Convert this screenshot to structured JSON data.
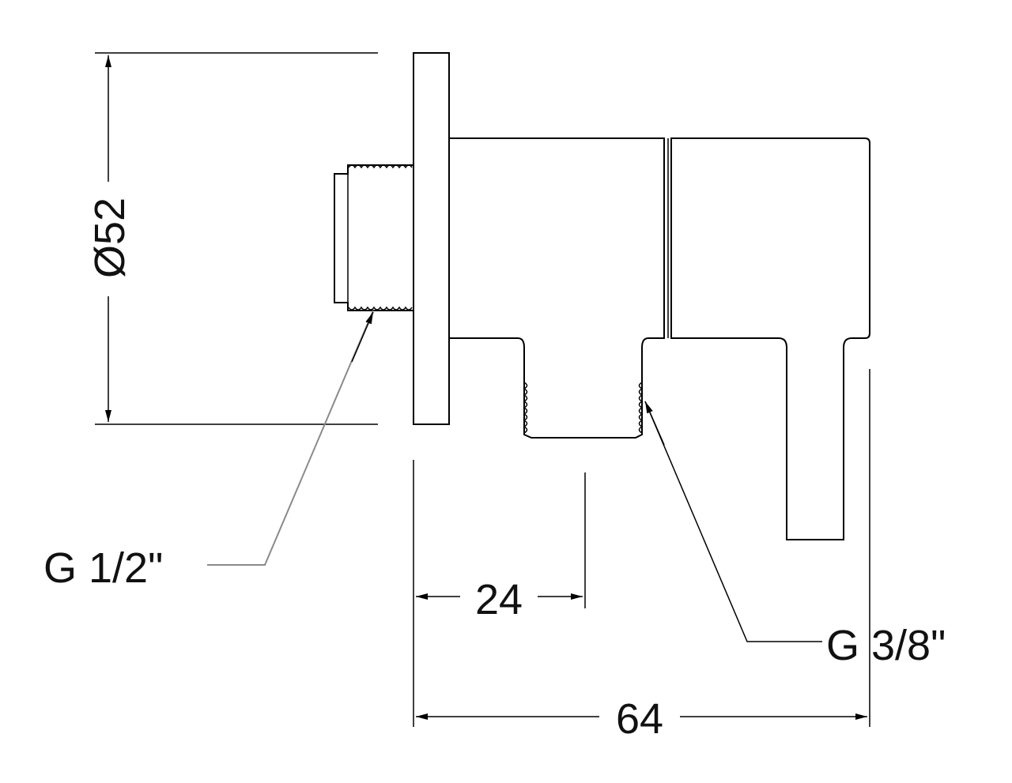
{
  "drawing": {
    "dimensions": {
      "diameter": "Ø52",
      "depth_outlet": "24",
      "total_length": "64"
    },
    "threads": {
      "inlet": "G 1/2\"",
      "outlet": "G 3/8\""
    }
  }
}
